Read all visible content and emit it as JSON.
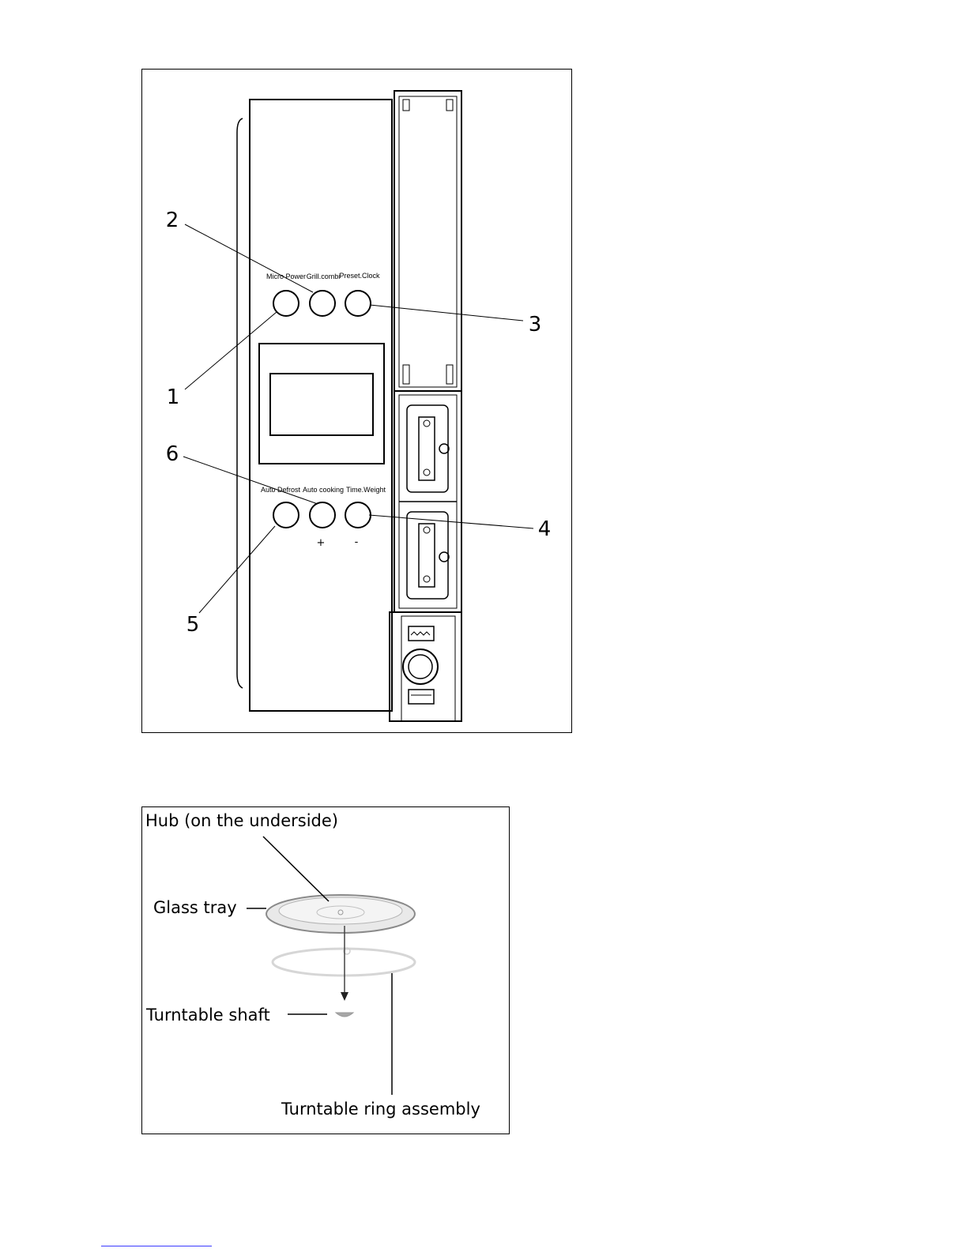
{
  "control_panel": {
    "button_labels": {
      "micro_power": "Micro Power",
      "grill_combi": "Grill.combi",
      "preset_clock": "Preset.Clock",
      "auto_defrost": "Auto Defrost",
      "auto_cooking": "Auto cooking",
      "time_weight": "Time.Weight"
    },
    "signs": {
      "plus": "+",
      "minus": "-"
    },
    "callouts": [
      "1",
      "2",
      "3",
      "4",
      "5",
      "6"
    ]
  },
  "turntable": {
    "hub": "Hub (on the underside)",
    "glass_tray": "Glass tray",
    "shaft": "Turntable shaft",
    "ring": "Turntable ring assembly"
  }
}
